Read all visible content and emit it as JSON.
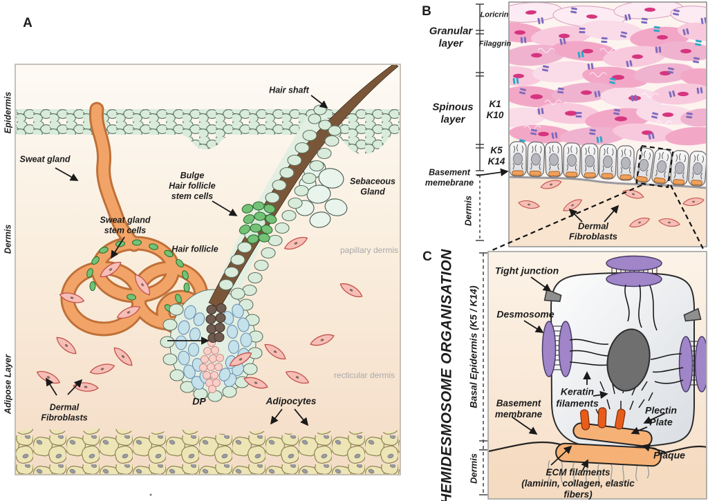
{
  "panel_a": {
    "letter": "A",
    "side_labels": {
      "epidermis": "Epidermis",
      "dermis": "Dermis",
      "adipose_layer": "Adipose Layer"
    },
    "labels": {
      "sweat_gland": "Sweat gland",
      "hair_shaft": "Hair shaft",
      "bulge": "Bulge\nHair follicle\nstem cells",
      "sebaceous_gland": "Sebaceous\nGland",
      "sweat_gland_stem_cells": "Sweat gland\nstem cells",
      "hair_follicle": "Hair follicle",
      "papillary_dermis": "papillary dermis",
      "reticular_dermis": "recticular dermis",
      "dp": "DP",
      "dermal_fibroblasts": "Dermal\nFibroblasts",
      "adipocytes": "Adipocytes"
    }
  },
  "panel_b": {
    "letter": "B",
    "labels": {
      "granular_layer": "Granular\nlayer",
      "loricrin": "Loricrin",
      "filaggrin": "Filaggrin",
      "spinous_layer": "Spinous\nlayer",
      "k1_k10": "K1\nK10",
      "k5_k14": "K5\nK14",
      "basement_membrane": "Basement\nmemebrane",
      "dermis": "Dermis",
      "dermal_fibroblasts": "Dermal\nFibroblasts"
    }
  },
  "panel_c": {
    "letter": "C",
    "title": "HEMIDESMOSOME ORGANISATION",
    "side_labels": {
      "basal_epidermis": "Basal Epidermis (K5 / K14)",
      "dermis": "Dermis"
    },
    "labels": {
      "tight_junction": "Tight junction",
      "desmosome": "Desmosome",
      "keratin_filaments": "Keratin\nfilaments",
      "basement_membrane": "Basement\nmembrane",
      "plectin": "Plectin",
      "plate": "Plate",
      "plaque": "Plaque",
      "ecm_filaments": "ECM filaments\n(laminin, collagen, elastic fibers)"
    }
  },
  "colors": {
    "epidermis_cell": "#d9ecdc",
    "stem_green": "#74c277",
    "sebaceous": "#e9f4ed",
    "follicle_blue": "#c5e1ea",
    "dp_pink": "#f9cfc9",
    "hair_brown": "#7a5638",
    "hair_dark_cell": "#6f5b50",
    "sweat_gland_orange": "#f2a468",
    "fibroblast": "#f6beb6",
    "adipocyte": "#ede5b5",
    "granular_pink": "#f4a9c9",
    "desmosome_purple": "#7d6bbe",
    "junction_teal": "#2fa8c8",
    "basal_cell_gray": "#ececee",
    "hemidesmosome_orange": "#f6b176",
    "plectin_orange": "#e85c1a",
    "background_cream": "#fbf0e4"
  }
}
